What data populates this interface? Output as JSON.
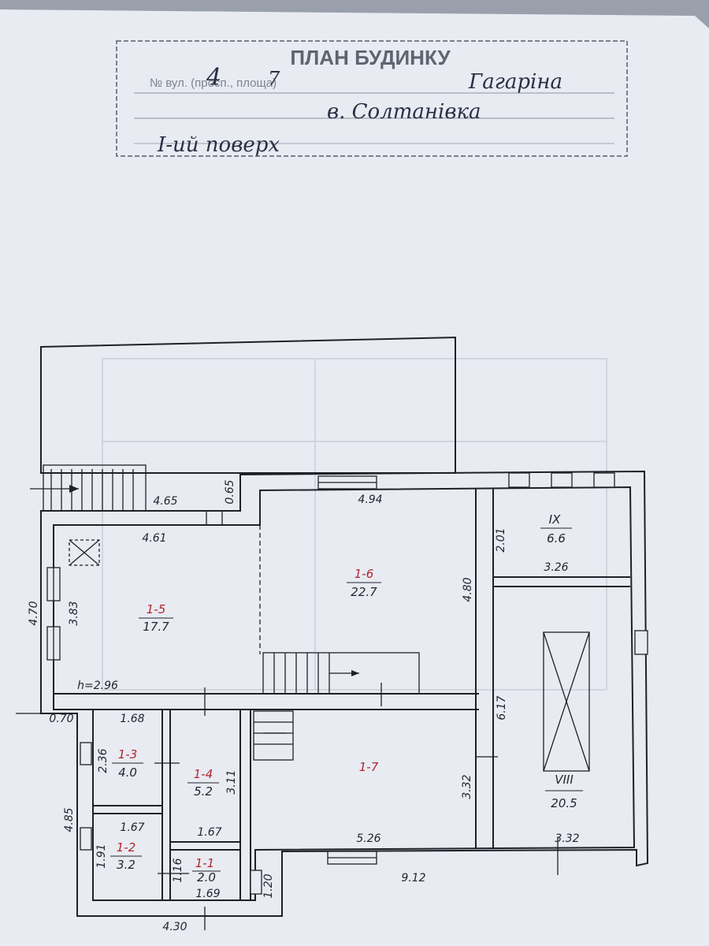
{
  "stamp": {
    "title": "ПЛАН БУДИНКУ",
    "line1_print": "№ вул. (просп., площа)",
    "house_no": "4",
    "apt_no": "7",
    "street": "Гагаріна",
    "village": "в. Солтанівка",
    "floor": "І-ий поверх"
  },
  "rooms": {
    "r15": {
      "id": "1-5",
      "area": "17.7"
    },
    "r16": {
      "id": "1-6",
      "area": "22.7"
    },
    "r17": {
      "id": "1-7",
      "area": ""
    },
    "r13": {
      "id": "1-3",
      "area": "4.0"
    },
    "r14": {
      "id": "1-4",
      "area": "5.2"
    },
    "r12": {
      "id": "1-2",
      "area": "3.2"
    },
    "r11": {
      "id": "1-1",
      "area": "2.0"
    },
    "r9": {
      "id": "IX",
      "area": "6.6"
    },
    "r8": {
      "id": "VIII",
      "area": "20.5"
    }
  },
  "dims": {
    "d465": "4.65",
    "d065": "0.65",
    "d494": "4.94",
    "d461": "4.61",
    "d470": "4.70",
    "d383": "3.83",
    "h296": "h=2.96",
    "d201": "2.01",
    "d326": "3.26",
    "d480": "4.80",
    "d617": "6.17",
    "d332a": "3.32",
    "d332b": "3.32",
    "d070": "0.70",
    "d168": "1.68",
    "d236": "2.36",
    "d311": "3.11",
    "d485": "4.85",
    "d167a": "1.67",
    "d167b": "1.67",
    "d191": "1.91",
    "d116": "1.16",
    "d169": "1.69",
    "d120": "1.20",
    "d526": "5.26",
    "d912": "9.12",
    "d430": "4.30"
  }
}
